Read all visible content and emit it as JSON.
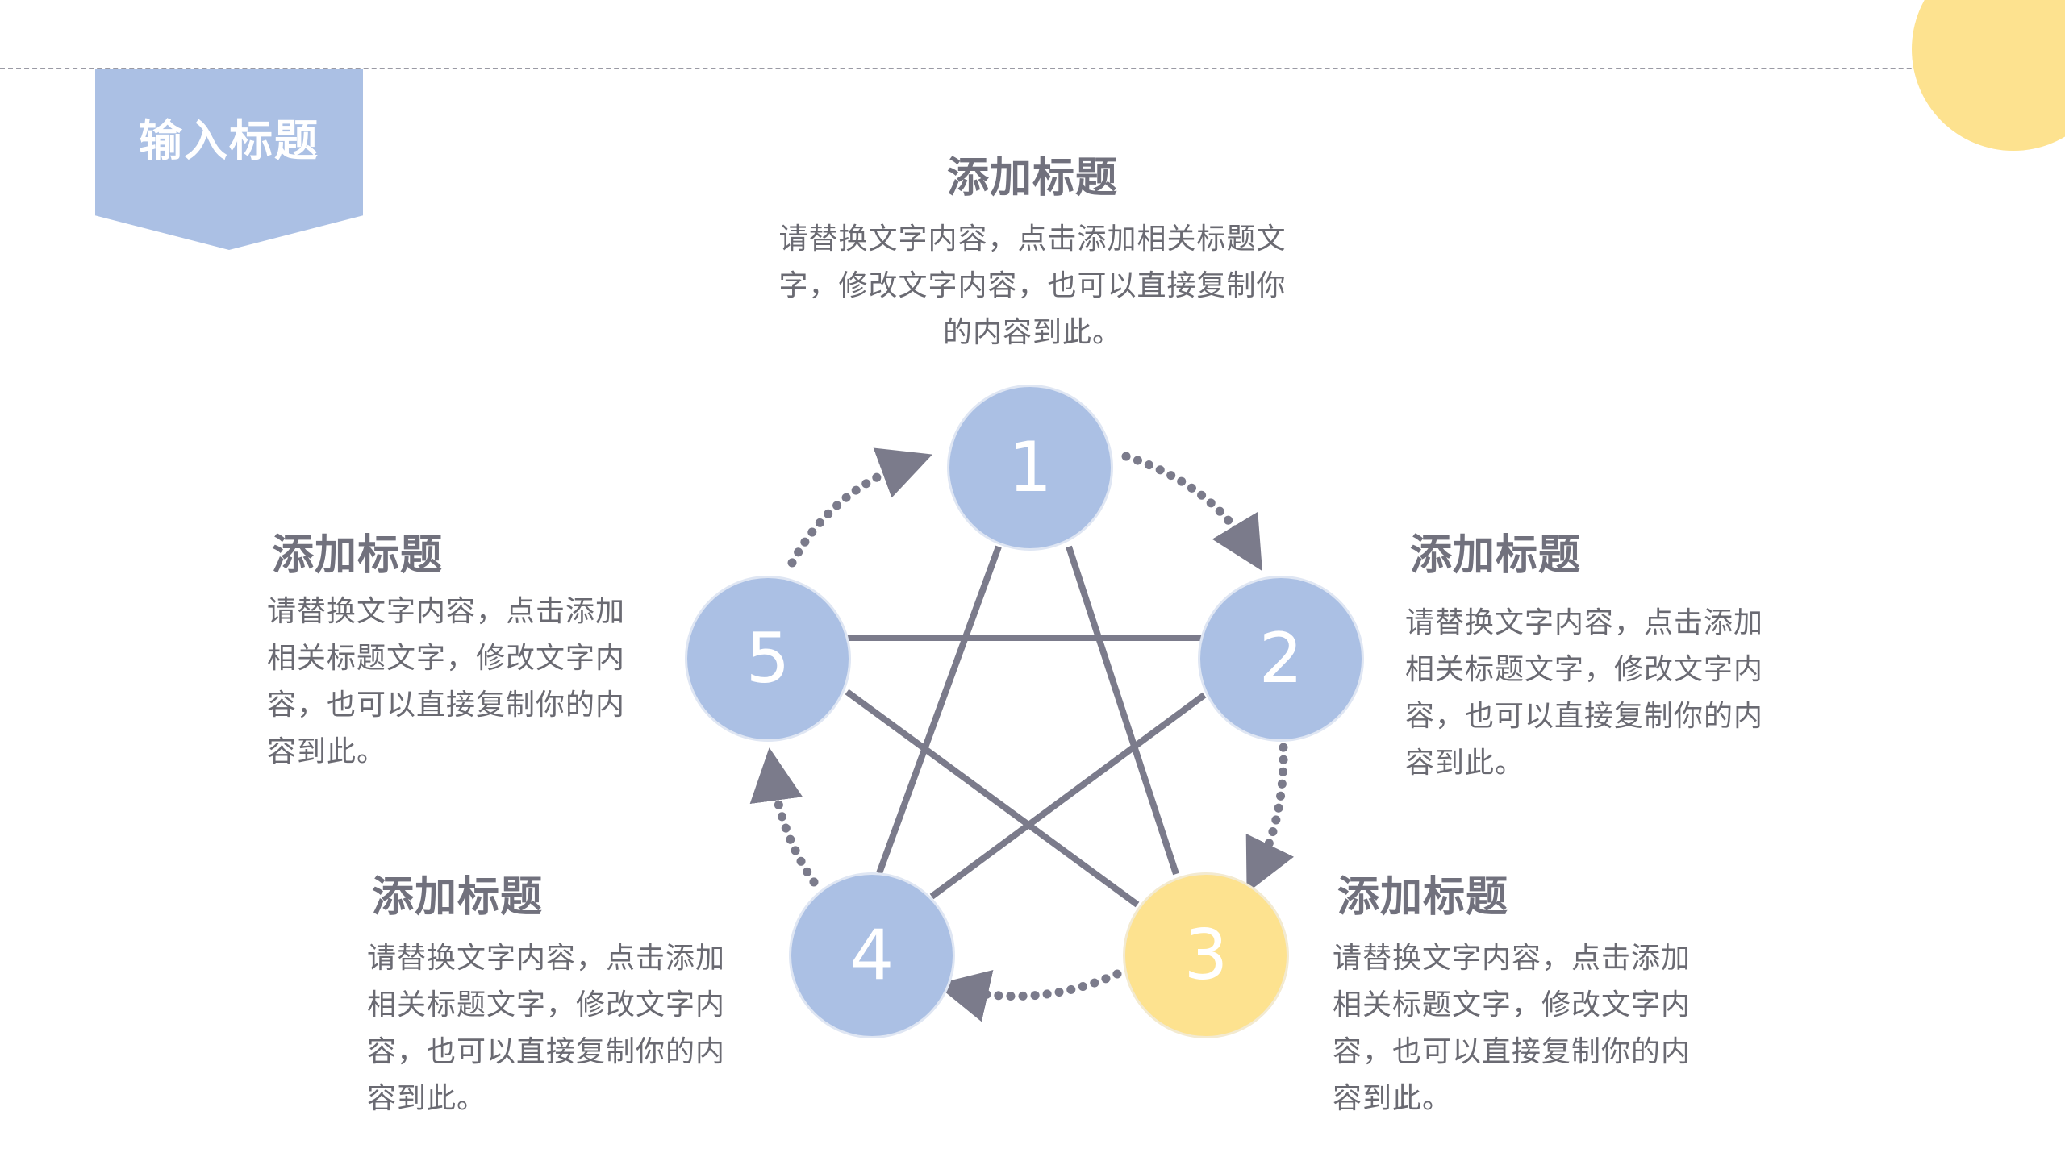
{
  "header": {
    "ribbon_title": "输入标题"
  },
  "colors": {
    "blue": "#abc0e4",
    "yellow": "#fde28f",
    "line": "#7b7b8b",
    "text": "#6a6a72"
  },
  "nodes": [
    {
      "label": "1",
      "color": "blue"
    },
    {
      "label": "2",
      "color": "blue"
    },
    {
      "label": "3",
      "color": "yellow"
    },
    {
      "label": "4",
      "color": "blue"
    },
    {
      "label": "5",
      "color": "blue"
    }
  ],
  "blocks": {
    "top": {
      "title": "添加标题",
      "lines": [
        "请替换文字内容，点击添加相关标题文",
        "字，修改文字内容，也可以直接复制你",
        "的内容到此。"
      ]
    },
    "right": {
      "title": "添加标题",
      "lines": [
        "请替换文字内容，点击添加",
        "相关标题文字，修改文字内",
        "容，也可以直接复制你的内",
        "容到此。"
      ]
    },
    "bottom_right": {
      "title": "添加标题",
      "lines": [
        "请替换文字内容，点击添加",
        "相关标题文字，修改文字内",
        "容，也可以直接复制你的内",
        "容到此。"
      ]
    },
    "bottom_left": {
      "title": "添加标题",
      "lines": [
        "请替换文字内容，点击添加",
        "相关标题文字，修改文字内",
        "容，也可以直接复制你的内",
        "容到此。"
      ]
    },
    "left": {
      "title": "添加标题",
      "lines": [
        "请替换文字内容，点击添加",
        "相关标题文字，修改文字内",
        "容，也可以直接复制你的内",
        "容到此。"
      ]
    }
  }
}
